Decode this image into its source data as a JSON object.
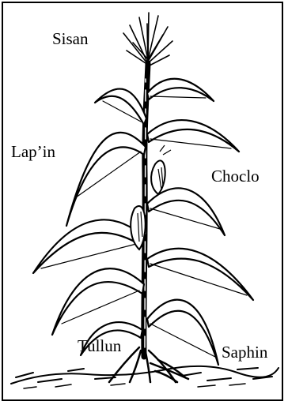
{
  "labels": {
    "sisan": "Sisan",
    "lapin": "Lap’in",
    "choclo": "Choclo",
    "tullun": "Tullun",
    "saphin": "Saphin"
  },
  "colors": {
    "ink": "#000000",
    "paper": "#ffffff"
  }
}
